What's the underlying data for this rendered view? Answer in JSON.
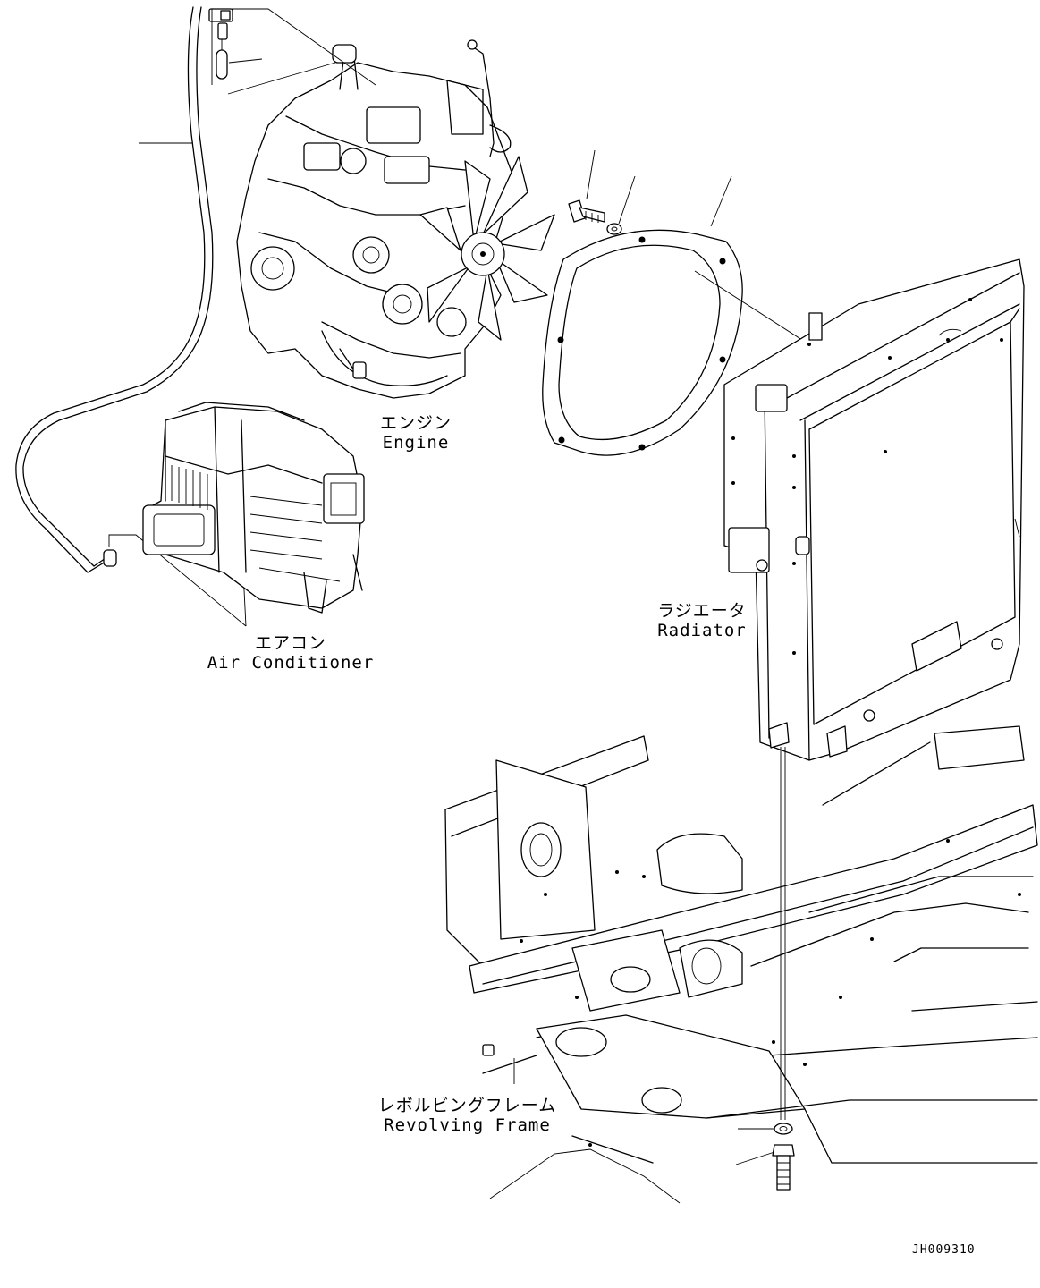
{
  "labels": {
    "engine": {
      "jp": "エンジン",
      "en": "Engine"
    },
    "air_conditioner": {
      "jp": "エアコン",
      "en": "Air Conditioner"
    },
    "radiator": {
      "jp": "ラジエータ",
      "en": "Radiator"
    },
    "revolving_frame": {
      "jp": "レボルビングフレーム",
      "en": "Revolving Frame"
    }
  },
  "drawing_code": "JH009310"
}
